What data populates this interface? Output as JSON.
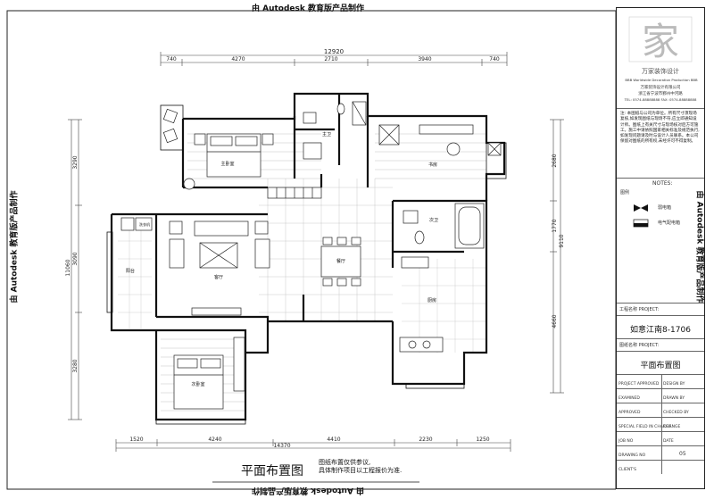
{
  "watermark": "由 Autodesk 教育版产品制作",
  "dimensions": {
    "top_total": "12920",
    "top_segments": [
      "740",
      "4270",
      "2710",
      "3940",
      "740"
    ],
    "bottom_total": "14370",
    "bottom_segments": [
      "1520",
      "4240",
      "4410",
      "2230",
      "1250"
    ],
    "left_segments": [
      "3290",
      "3090",
      "3280"
    ],
    "left_total": "11060",
    "right_segments": [
      "2680",
      "1770",
      "4660"
    ],
    "right_partial": "9110"
  },
  "rooms": {
    "master_bedroom": "主卧室",
    "master_bath": "主卫",
    "study": "书房",
    "guest_bath": "次卫",
    "balcony": "阳台",
    "laundry": "洗衣机",
    "living_room": "客厅",
    "dining_room": "餐厅",
    "kitchen": "厨房",
    "second_bedroom": "次卧室"
  },
  "caption": {
    "title": "平面布置图",
    "note_line1": "图纸布置仅供参议,",
    "note_line2": "具体制作项目以工程报价为准."
  },
  "title_block": {
    "logo_text": "万家装饰设计",
    "company_en": "BBB Worldwide Decoration Production BBB",
    "company_cn": "万家装饰设计有限公司",
    "address": "浙江省宁波市鄞州中河路",
    "contact": "TEL: 0574-88888888    FAX: 0574-88888888",
    "notes_paragraph": "注: 本图纸与公司为单位。所有尺寸须现场复核,如发现图纸与现场不符,应立即通知设计师。图纸上有关尺寸与现场核对后方可施工。施工中请依照国家相关标准及规范执行,如发现问题请及时与设计人员联系。本公司保留对图纸的所有权,未经许可不得复制。",
    "notes_label": "NOTES:",
    "legend_label": "图例",
    "legend_items": [
      {
        "symbol": "bowtie",
        "label": "弱电箱"
      },
      {
        "symbol": "box",
        "label": "电气配电箱"
      }
    ],
    "project_label": "工程名称 PROJECT:",
    "project_name": "如意江南8-1706",
    "drawing_label": "图纸名称 PROJECT:",
    "drawing_name": "平面布置图",
    "fields": [
      [
        "PROJECT APPROVED",
        "DESIGN BY"
      ],
      [
        "EXAMINED",
        "DRAWN BY"
      ],
      [
        "APPROVED",
        "CHECKED BY"
      ],
      [
        "SPECIAL FIELD IN CHARGE",
        "CHANGE"
      ],
      [
        "JOB NO",
        "DATE"
      ],
      [
        "DRAWING NO",
        "05"
      ],
      [
        "CLIENT'S",
        ""
      ]
    ]
  }
}
